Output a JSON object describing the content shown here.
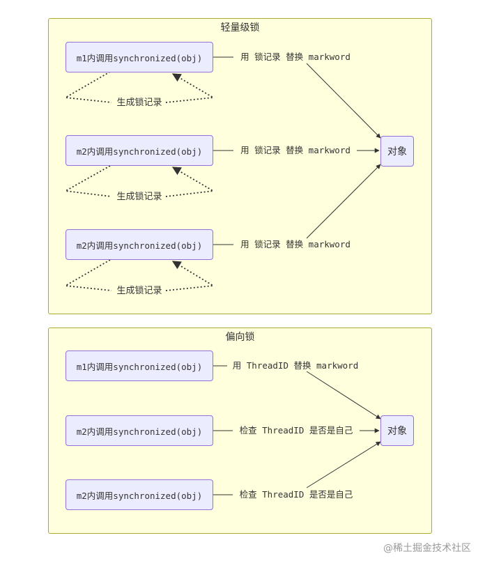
{
  "groups": {
    "lightweight": {
      "title": "轻量级锁",
      "calls": [
        "m1内调用synchronized(obj)",
        "m2内调用synchronized(obj)",
        "m2内调用synchronized(obj)"
      ],
      "replace_labels": [
        "用 锁记录 替换 markword",
        "用 锁记录 替换 markword",
        "用 锁记录 替换 markword"
      ],
      "self_loop_labels": [
        "生成锁记录",
        "生成锁记录",
        "生成锁记录"
      ],
      "target": "对象"
    },
    "biased": {
      "title": "偏向锁",
      "calls": [
        "m1内调用synchronized(obj)",
        "m2内调用synchronized(obj)",
        "m2内调用synchronized(obj)"
      ],
      "edge_labels": [
        "用 ThreadID 替换 markword",
        "检查 ThreadID 是否是自己",
        "检查 ThreadID 是否是自己"
      ],
      "target": "对象"
    }
  },
  "watermark": "@稀土掘金技术社区"
}
